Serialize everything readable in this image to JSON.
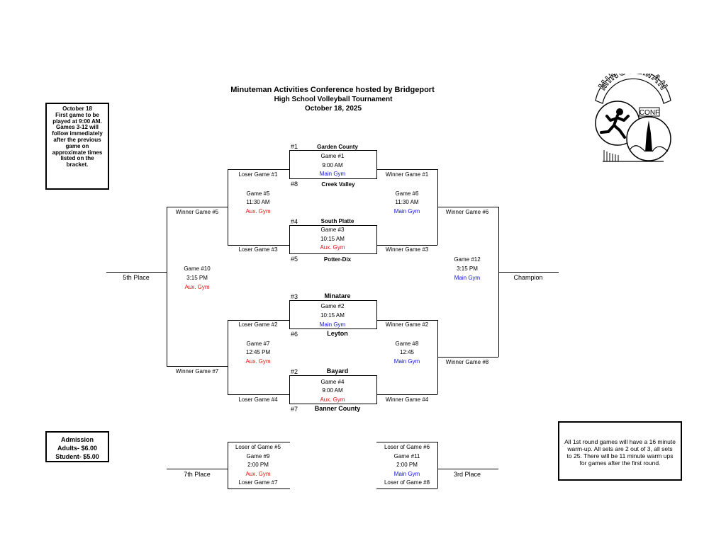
{
  "header": {
    "title": "Minuteman Activities Conference hosted by Bridgeport",
    "subtitle": "High School Volleyball Tournament",
    "date": "October 18, 2025"
  },
  "logo": {
    "top_text": "MINUTEMAN",
    "badge_text": "CONF"
  },
  "left_note": {
    "lines": [
      "October 18",
      "First game to be",
      "played at 9:00 AM.",
      "Games 3-12 will",
      "follow immediately",
      "after the previous",
      "game on",
      "approximate times",
      "listed on the",
      "bracket."
    ]
  },
  "admission": {
    "title": "Admission",
    "adults": "Adults- $6.00",
    "students": "Student- $5.00"
  },
  "warmup_note": {
    "lines": [
      "All 1st round games will have a 16 minute",
      "warm-up. All sets are 2 out of 3, all sets",
      "to 25. There will be 11 minute warm ups",
      "for games after the first round."
    ]
  },
  "seeds": [
    {
      "seed": "#1",
      "team": "Garden County"
    },
    {
      "seed": "#8",
      "team": "Creek Valley"
    },
    {
      "seed": "#4",
      "team": "South Platte"
    },
    {
      "seed": "#5",
      "team": "Potter-Dix"
    },
    {
      "seed": "#3",
      "team": "Minatare"
    },
    {
      "seed": "#6",
      "team": "Leyton"
    },
    {
      "seed": "#2",
      "team": "Bayard"
    },
    {
      "seed": "#7",
      "team": "Banner County"
    }
  ],
  "games": {
    "g1": {
      "name": "Game #1",
      "time": "9:00 AM",
      "gym": "Main Gym"
    },
    "g3": {
      "name": "Game #3",
      "time": "10:15 AM",
      "gym": "Aux. Gym"
    },
    "g2": {
      "name": "Game #2",
      "time": "10:15 AM",
      "gym": "Main Gym"
    },
    "g4": {
      "name": "Game #4",
      "time": "9:00 AM",
      "gym": "Aux. Gym"
    },
    "g5": {
      "name": "Game #5",
      "time": "11:30 AM",
      "gym": "Aux. Gym"
    },
    "g6": {
      "name": "Game #6",
      "time": "11:30 AM",
      "gym": "Main Gym"
    },
    "g7": {
      "name": "Game #7",
      "time": "12:45 PM",
      "gym": "Aux. Gym"
    },
    "g8": {
      "name": "Game #8",
      "time": "12:45",
      "gym": "Main Gym"
    },
    "g10": {
      "name": "Game #10",
      "time": "3:15 PM",
      "gym": "Aux. Gym"
    },
    "g12": {
      "name": "Game #12",
      "time": "3:15 PM",
      "gym": "Main Gym"
    },
    "g9": {
      "name": "Game #9",
      "time": "2:00 PM",
      "gym": "Aux. Gym"
    },
    "g11": {
      "name": "Game #11",
      "time": "2:00 PM",
      "gym": "Main Gym"
    }
  },
  "labels": {
    "loser_g1": "Loser Game #1",
    "winner_g1": "Winner Game #1",
    "loser_g3": "Loser Game #3",
    "winner_g3": "Winner Game #3",
    "loser_g2": "Loser Game #2",
    "winner_g2": "Winner Game #2",
    "loser_g4": "Loser Game #4",
    "winner_g4": "Winner Game #4",
    "winner_g5": "Winner Game #5",
    "winner_g6": "Winner Game #6",
    "winner_g7": "Winner Game #7",
    "winner_g8": "Winner Game #8",
    "loser_of_g5": "Loser of Game #5",
    "loser_of_g6": "Loser of Game #6",
    "loser_of_g7": "Loser Game #7",
    "loser_of_g8": "Loser of Game #8",
    "fifth": "5th Place",
    "champion": "Champion",
    "seventh": "7th Place",
    "third": "3rd Place"
  }
}
